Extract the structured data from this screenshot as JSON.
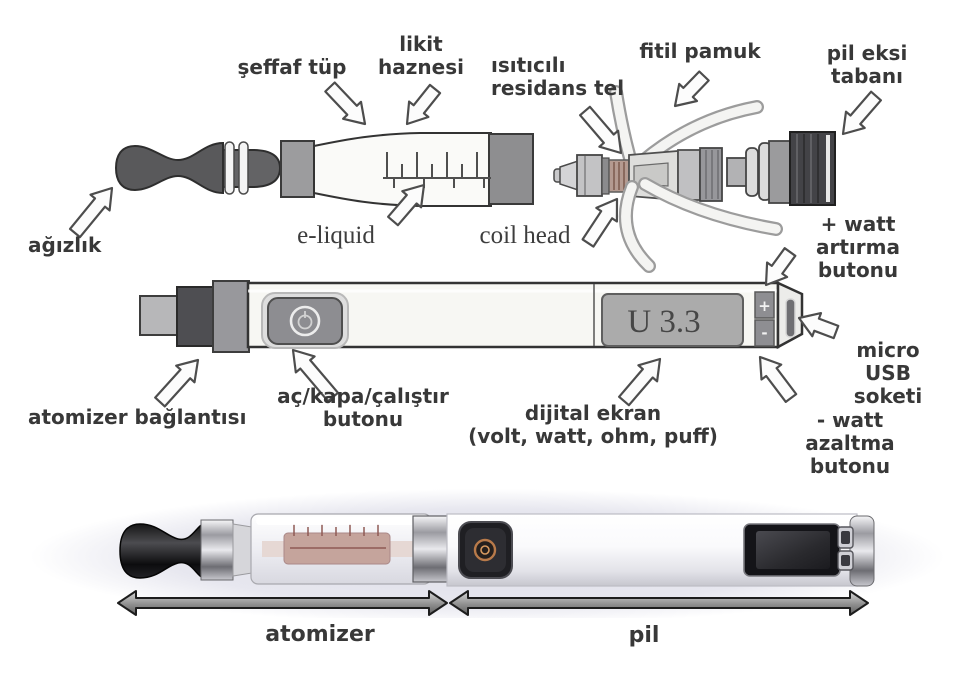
{
  "diagram": {
    "atomizer_parts": {
      "agizlik": "ağızlık",
      "seffaf_tup": "şeffaf tüp",
      "likit_haznesi": "likit\nhaznesi",
      "e_liquid": "e-liquid",
      "coil_head": "coil head",
      "isiticili_residans_tel": "ısıtıcılı\nresidans tel",
      "fitil_pamuk": "fitil pamuk",
      "pil_eksi_tabani": "pil eksi\ntabanı"
    },
    "battery_parts": {
      "atomizer_baglantisi": "atomizer bağlantısı",
      "ac_kapa_calistir_butonu": "aç/kapa/çalıştır\nbutonu",
      "dijital_ekran": "dijital ekran\n(volt, watt, ohm, puff)",
      "watt_artirma_butonu": "+ watt artırma\nbutonu",
      "micro_usb_soketi": "micro USB\nsoketi",
      "watt_azaltma_butonu": "- watt azaltma\nbutonu",
      "display_value": "U 3.3",
      "plus_button": "+",
      "minus_button": "-"
    },
    "photo_labels": {
      "atomizer": "atomizer",
      "pil": "pil"
    },
    "colors": {
      "label_text": "#383838",
      "display_fill": "#ababab",
      "body_fill": "#f6f6f2",
      "photo_background": "#e2e2ea"
    }
  }
}
